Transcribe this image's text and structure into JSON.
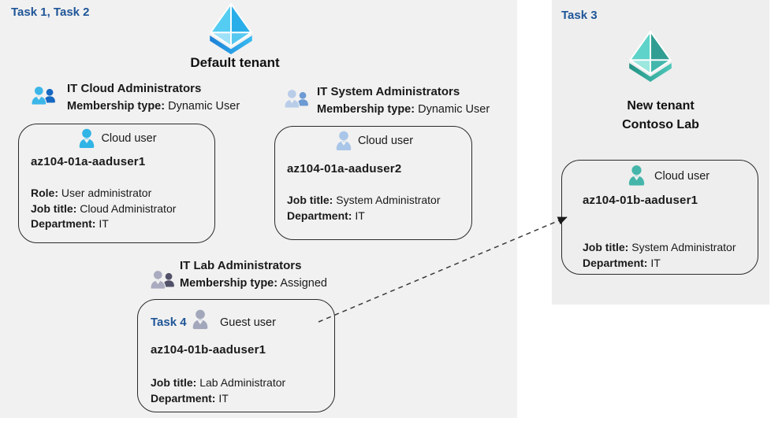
{
  "default_tenant": {
    "task_label": "Task 1, Task 2",
    "title": "Default tenant",
    "groups": {
      "cloud": {
        "name": "IT Cloud Administrators",
        "membership_label": "Membership type:",
        "membership_value": "Dynamic User"
      },
      "system": {
        "name": "IT System Administrators",
        "membership_label": "Membership type:",
        "membership_value": "Dynamic User"
      },
      "lab": {
        "name": "IT Lab Administrators",
        "membership_label": "Membership type:",
        "membership_value": "Assigned"
      }
    },
    "users": {
      "aaduser1": {
        "type_label": "Cloud user",
        "username": "az104-01a-aaduser1",
        "role_label": "Role:",
        "role_value": "User administrator",
        "job_label": "Job title:",
        "job_value": "Cloud Administrator",
        "dept_label": "Department:",
        "dept_value": "IT"
      },
      "aaduser2": {
        "type_label": "Cloud user",
        "username": "az104-01a-aaduser2",
        "job_label": "Job title:",
        "job_value": "System Administrator",
        "dept_label": "Department:",
        "dept_value": "IT"
      },
      "guest": {
        "task_label": "Task 4",
        "type_label": "Guest user",
        "username": "az104-01b-aaduser1",
        "job_label": "Job title:",
        "job_value": "Lab Administrator",
        "dept_label": "Department:",
        "dept_value": "IT"
      }
    }
  },
  "new_tenant": {
    "task_label": "Task 3",
    "title_line1": "New tenant",
    "title_line2": "Contoso Lab",
    "user": {
      "type_label": "Cloud user",
      "username": "az104-01b-aaduser1",
      "job_label": "Job title:",
      "job_value": "System Administrator",
      "dept_label": "Department:",
      "dept_value": "IT"
    }
  },
  "icons": {
    "default_tenant_icon": "azure-ad-diamond-blue",
    "new_tenant_icon": "azure-ad-diamond-teal",
    "group_icon": "people-group",
    "user_icons": [
      "person-cyan",
      "person-steel-blue",
      "person-gray",
      "person-teal"
    ]
  },
  "colors": {
    "task_label_blue": "#1f5597",
    "left_background": "#f1f1f1",
    "panel_background": "#eeeeee",
    "text": "#1a1a1a",
    "card_border": "#2a2a2a",
    "arrow": "#3a3a3a",
    "cyan_user": "#31b4e6",
    "steel_user": "#a9c6e8",
    "gray_user": "#a2a7bb",
    "teal_user": "#45b5aa"
  }
}
